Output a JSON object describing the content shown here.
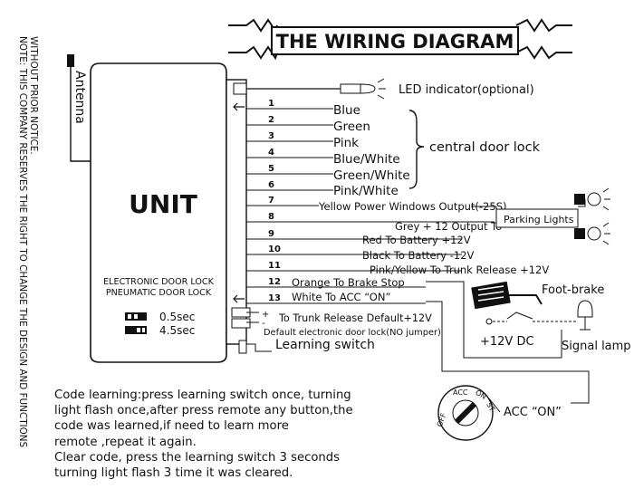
{
  "title": "THE WIRING DIAGRAM",
  "side_note": {
    "line1": "NOTE: THIS COMPANY RESERVES THE RIGHT TO CHANGE THE DESIGN AND FUNCTIONS",
    "line2": "WITHOUT PRIOR NOTICE."
  },
  "antenna_label": "Antenna",
  "unit": {
    "name": "UNIT",
    "line1": "ELECTRONIC DOOR LOCK",
    "line2": "PNEUMATIC DOOR LOCK",
    "jumper1": "0.5sec",
    "jumper2": "4.5sec"
  },
  "led_label": "LED indicator(optional)",
  "wires": [
    {
      "num": "1",
      "label": "Blue"
    },
    {
      "num": "2",
      "label": "Green"
    },
    {
      "num": "3",
      "label": "Pink"
    },
    {
      "num": "4",
      "label": "Blue/White"
    },
    {
      "num": "5",
      "label": "Green/White"
    },
    {
      "num": "6",
      "label": "Pink/White"
    },
    {
      "num": "7",
      "label": "Yellow Power Windows Output(-25S)"
    },
    {
      "num": "8",
      "label": "Grey + 12 Output To"
    },
    {
      "num": "9",
      "label": "Red  To Battery +12V"
    },
    {
      "num": "10",
      "label": "Black To Battery -12V"
    },
    {
      "num": "11",
      "label": "Pink/Yellow To Trunk Release +12V"
    },
    {
      "num": "12",
      "label": "Orange To Brake Stop"
    },
    {
      "num": "13",
      "label": "White To ACC “ON”"
    }
  ],
  "central_door_lock": "central door lock",
  "parking_lights": "Parking Lights",
  "trunk_release": "To Trunk Release Default+12V",
  "default_lock": "Default electronic door lock(NO jumper)",
  "learning_switch": "Learning switch",
  "foot_brake": "Foot-brake",
  "plus12vdc": "+12V DC",
  "signal_lamp": "Signal lamp",
  "acc_on": "ACC “ON”",
  "ignition": {
    "off": "OFF",
    "acc": "ACC",
    "on": "ON",
    "st": "ST"
  },
  "code_text": [
    "Code learning:press learning switch once, turning",
    "light flash once,after press remote any button,the",
    "code was learned,if need to learn more",
    "remote ,repeat it again.",
    "Clear code, press the learning switch 3 seconds",
    "turning light flash 3 time it was cleared."
  ]
}
